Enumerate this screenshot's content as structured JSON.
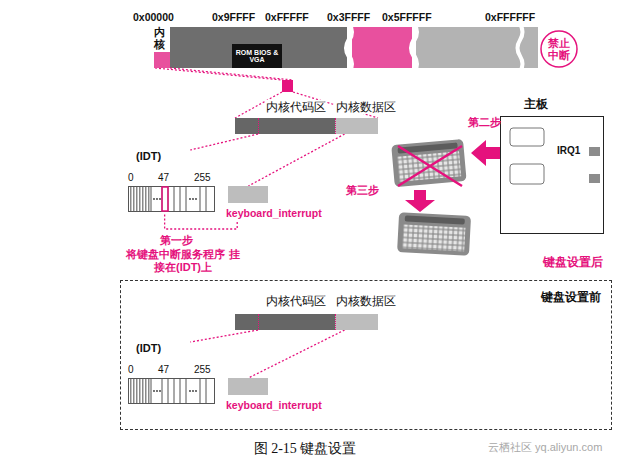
{
  "diagram": {
    "caption": "图 2-15 键盘设置",
    "nodes": [
      {
        "text": [
          "内核"
        ]
      },
      {
        "text": [
          "ROM BIOS & VGA"
        ]
      },
      {
        "text": [
          "禁止中断"
        ]
      },
      {
        "text": [
          "内核代码区"
        ]
      },
      {
        "text": [
          "内核数据区"
        ]
      },
      {
        "text": [
          "(IDT)"
        ]
      },
      {
        "text": [
          "keyboard_interrupt"
        ]
      },
      {
        "text": [
          "主板",
          "IRQ1"
        ]
      },
      {
        "text": [
          "键盘设置前"
        ]
      },
      {
        "text": [
          "内核代码区"
        ],
        "in": 8
      },
      {
        "text": [
          "内核数据区"
        ],
        "in": 8
      },
      {
        "text": [
          "(IDT)"
        ],
        "in": 8
      },
      {
        "text": [
          "keyboard_interrupt"
        ],
        "in": 8
      }
    ],
    "edges": [
      {
        "from": 3,
        "to": 5,
        "arrow": "none"
      },
      {
        "from": 4,
        "to": 6,
        "arrow": "none"
      },
      {
        "from": 6,
        "to": 5,
        "arrow": "none"
      },
      {
        "from": 9,
        "to": 11,
        "arrow": "none"
      },
      {
        "from": 10,
        "to": 12,
        "arrow": "none"
      }
    ],
    "labels": [
      "0x00000",
      "0x9FFFF",
      "0xFFFFF",
      "0x3FFFF",
      "0x5FFFFF",
      "0xFFFFFF",
      "0",
      "47",
      "255",
      "第一步",
      "将键盘中断服务程序 挂接在(IDT)上",
      "第二步",
      "第三步",
      "键盘设置后",
      "0",
      "47",
      "255",
      "云栖社区 yq.aliyun.com"
    ]
  }
}
